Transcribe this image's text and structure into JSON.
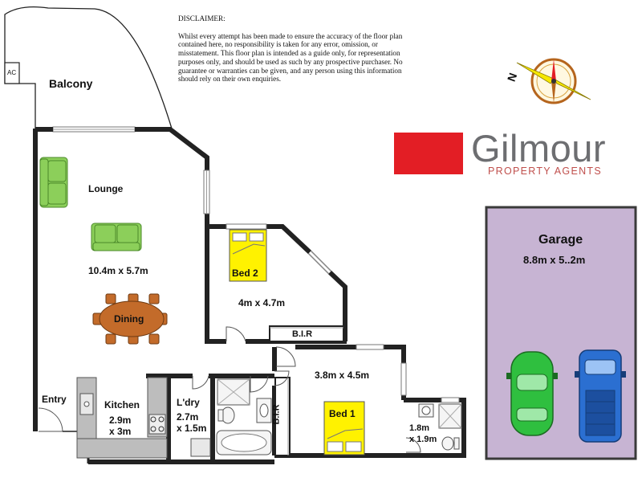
{
  "disclaimer": {
    "title": "DISCLAIMER:",
    "lines": [
      "Whilst every attempt has been made to ensure the accuracy of the floor plan",
      "contained here, no responsibility is taken for any error, omission, or",
      "misstatement. This floor plan is intended as a guide only, for representation",
      "purposes only, and should be used as such by any prospective purchaser. No",
      "guarantee or warranties can be given, and any person using this information",
      "should rely on their own enquiries."
    ]
  },
  "logo": {
    "name": "Gilmour",
    "subtitle": "PROPERTY AGENTS",
    "color_red": "#e31e25",
    "color_grey": "#6d6e71"
  },
  "compass": {
    "letter": "N"
  },
  "rooms": {
    "ac": "AC",
    "balcony": "Balcony",
    "lounge": "Lounge",
    "living_dims": "10.4m x 5.7m",
    "dining": "Dining",
    "bed2": "Bed 2",
    "bed2_dims": "4m x 4.7m",
    "bir_top": "B.I.R",
    "bed1_dims": "3.8m x 4.5m",
    "bed1": "Bed 1",
    "bir_side": "B.I.R",
    "entry": "Entry",
    "kitchen": "Kitchen",
    "kitchen_dims_1": "2.9m",
    "kitchen_dims_2": "x 3m",
    "laundry": "L'dry",
    "laundry_dims_1": "2.7m",
    "laundry_dims_2": "x 1.5m",
    "ensuite_dims_1": "1.8m",
    "ensuite_dims_2": "x 1.9m",
    "garage": "Garage",
    "garage_dims": "8.8m x 5..2m"
  },
  "colors": {
    "garage_fill": "#c7b4d3",
    "sofa": "#8ccf5a",
    "bed": "#fff200",
    "dining": "#c36b2a",
    "car_green": "#2fbf3f",
    "car_blue": "#2b6fd1"
  }
}
